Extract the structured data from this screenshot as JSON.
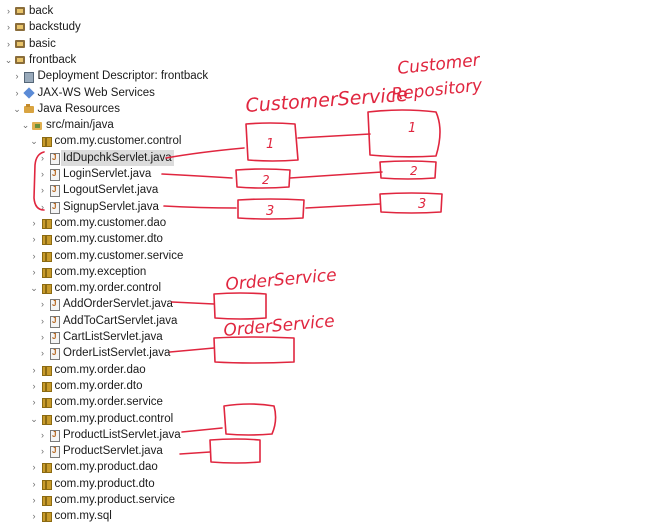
{
  "tree": [
    {
      "label": "back",
      "icon": "project-icon",
      "arrow": "›",
      "level": 0
    },
    {
      "label": "backstudy",
      "icon": "project-icon",
      "arrow": "›",
      "level": 0
    },
    {
      "label": "basic",
      "icon": "project-icon",
      "arrow": "›",
      "level": 0
    },
    {
      "label": "frontback",
      "icon": "project-icon",
      "arrow": "⌄",
      "level": 0
    },
    {
      "label": "Deployment Descriptor: frontback",
      "icon": "deployment-descriptor-icon",
      "arrow": "›",
      "level": 1
    },
    {
      "label": "JAX-WS Web Services",
      "icon": "web-services-icon",
      "arrow": "›",
      "level": 1
    },
    {
      "label": "Java Resources",
      "icon": "java-resources-icon",
      "arrow": "⌄",
      "level": 1
    },
    {
      "label": "src/main/java",
      "icon": "source-folder-icon",
      "arrow": "⌄",
      "level": 2
    },
    {
      "label": "com.my.customer.control",
      "icon": "package-icon",
      "arrow": "⌄",
      "level": 3
    },
    {
      "label": "IdDupchkServlet.java",
      "icon": "java-file-icon",
      "arrow": "›",
      "level": 4,
      "selected": true
    },
    {
      "label": "LoginServlet.java",
      "icon": "java-file-icon",
      "arrow": "›",
      "level": 4
    },
    {
      "label": "LogoutServlet.java",
      "icon": "java-file-icon",
      "arrow": "›",
      "level": 4
    },
    {
      "label": "SignupServlet.java",
      "icon": "java-file-icon",
      "arrow": "›",
      "level": 4
    },
    {
      "label": "com.my.customer.dao",
      "icon": "package-icon",
      "arrow": "›",
      "level": 3
    },
    {
      "label": "com.my.customer.dto",
      "icon": "package-icon",
      "arrow": "›",
      "level": 3
    },
    {
      "label": "com.my.customer.service",
      "icon": "package-icon",
      "arrow": "›",
      "level": 3
    },
    {
      "label": "com.my.exception",
      "icon": "package-icon",
      "arrow": "›",
      "level": 3
    },
    {
      "label": "com.my.order.control",
      "icon": "package-icon",
      "arrow": "⌄",
      "level": 3
    },
    {
      "label": "AddOrderServlet.java",
      "icon": "java-file-icon",
      "arrow": "›",
      "level": 4
    },
    {
      "label": "AddToCartServlet.java",
      "icon": "java-file-icon",
      "arrow": "›",
      "level": 4
    },
    {
      "label": "CartListServlet.java",
      "icon": "java-file-icon",
      "arrow": "›",
      "level": 4
    },
    {
      "label": "OrderListServlet.java",
      "icon": "java-file-icon",
      "arrow": "›",
      "level": 4
    },
    {
      "label": "com.my.order.dao",
      "icon": "package-icon",
      "arrow": "›",
      "level": 3
    },
    {
      "label": "com.my.order.dto",
      "icon": "package-icon",
      "arrow": "›",
      "level": 3
    },
    {
      "label": "com.my.order.service",
      "icon": "package-icon",
      "arrow": "›",
      "level": 3
    },
    {
      "label": "com.my.product.control",
      "icon": "package-icon",
      "arrow": "⌄",
      "level": 3
    },
    {
      "label": "ProductListServlet.java",
      "icon": "java-file-icon",
      "arrow": "›",
      "level": 4
    },
    {
      "label": "ProductServlet.java",
      "icon": "java-file-icon",
      "arrow": "›",
      "level": 4
    },
    {
      "label": "com.my.product.dao",
      "icon": "package-icon",
      "arrow": "›",
      "level": 3
    },
    {
      "label": "com.my.product.dto",
      "icon": "package-icon",
      "arrow": "›",
      "level": 3
    },
    {
      "label": "com.my.product.service",
      "icon": "package-icon",
      "arrow": "›",
      "level": 3
    },
    {
      "label": "com.my.sql",
      "icon": "package-icon",
      "arrow": "›",
      "level": 3
    }
  ],
  "annotations": {
    "customer_service": "CustomerService",
    "customer_repository_1": "Customer",
    "customer_repository_2": "Repository",
    "order_service_1": "OrderService",
    "order_service_2": "OrderService",
    "box_1": "1",
    "box_2": "2",
    "box_3": "3",
    "repo_1": "1",
    "repo_2": "2",
    "repo_3": "3"
  },
  "colors": {
    "ink": "#e0263f",
    "selection": "#dcdcdc"
  }
}
